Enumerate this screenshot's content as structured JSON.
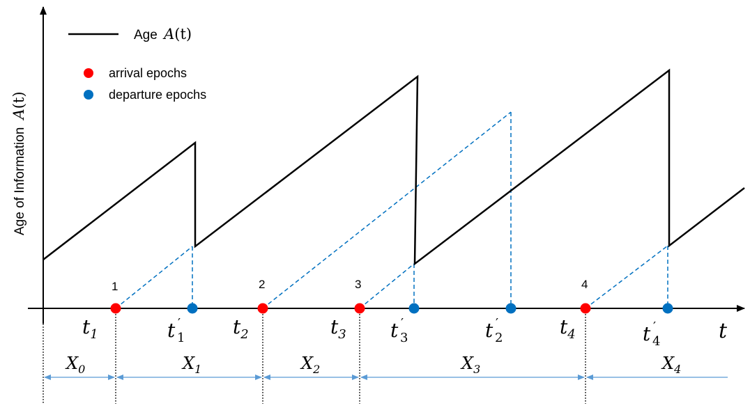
{
  "colors": {
    "age_line": "#000000",
    "arrival": "#ff0000",
    "departure": "#0070c0",
    "dashed": "#0070c0",
    "interval_arrow": "#5b9bd5"
  },
  "legend": {
    "age_prefix": "Age",
    "age_symbol": "A",
    "age_arg": "(t)",
    "arrival_label": "arrival epochs",
    "departure_label": "departure epochs"
  },
  "axes": {
    "y_label_text": "Age of Information",
    "y_label_symbol": "A",
    "y_label_arg": "(t)",
    "x_symbol": "t"
  },
  "updates": [
    {
      "label": "1",
      "arrival": "t",
      "arrival_sub": "1",
      "departure": "t",
      "departure_sub": "1",
      "prime": "′"
    },
    {
      "label": "2",
      "arrival": "t",
      "arrival_sub": "2",
      "departure": "t",
      "departure_sub": "2",
      "prime": "′"
    },
    {
      "label": "3",
      "arrival": "t",
      "arrival_sub": "3",
      "departure": "t",
      "departure_sub": "3",
      "prime": "′"
    },
    {
      "label": "4",
      "arrival": "t",
      "arrival_sub": "4",
      "departure": "t",
      "departure_sub": "4",
      "prime": "′"
    }
  ],
  "intervals": [
    {
      "symbol": "X",
      "sub": "0"
    },
    {
      "symbol": "X",
      "sub": "1"
    },
    {
      "symbol": "X",
      "sub": "2"
    },
    {
      "symbol": "X",
      "sub": "3"
    },
    {
      "symbol": "X",
      "sub": "4"
    }
  ]
}
